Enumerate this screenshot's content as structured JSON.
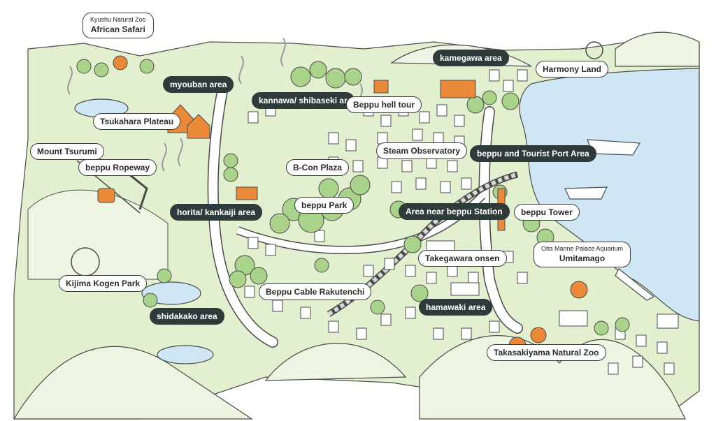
{
  "map": {
    "colors": {
      "land": "#e3f0cf",
      "hill": "#eef5e2",
      "road": "#ffffff",
      "road_edge": "#4a4a4a",
      "tree": "#a9d38a",
      "tree_dark": "#7fbf6a",
      "water": "#cfe6f5",
      "building": "#ffffff",
      "accent": "#e98a3a",
      "dark_label": "#2f3b3a"
    },
    "labels": {
      "african_safari_sub": "Kyushu Natural Zoo",
      "african_safari": "African Safari",
      "myouban": "myouban area",
      "tsukahara": "Tsukahara Plateau",
      "mount_tsurumi": "Mount Tsurumi",
      "ropeway": "beppu Ropeway",
      "horita": "horita/ kankaiji area",
      "kijima": "Kijima Kogen Park",
      "shidakako": "shidakako area",
      "kannawa": "kannawa/ shibaseki ar",
      "hell_tour": "Beppu hell tour",
      "steam_observatory": "Steam Observatory",
      "bcon_plaza": "B-Con Plaza",
      "beppu_park": "beppu Park",
      "station": "Area near beppu Station",
      "cable": "Beppu Cable Rakutenchi",
      "takegawara": "Takegawara onsen",
      "hamawaki": "hamawaki area",
      "kamegawa": "kamegawa area",
      "harmony_land": "Harmony Land",
      "port_area": "beppu and Tourist Port Area",
      "tower": "beppu Tower",
      "aquarium_sub": "Oita Marine Palace Aquarium",
      "aquarium": "Umitamago",
      "takasakiyama": "Takasakiyama Natural Zoo"
    }
  }
}
